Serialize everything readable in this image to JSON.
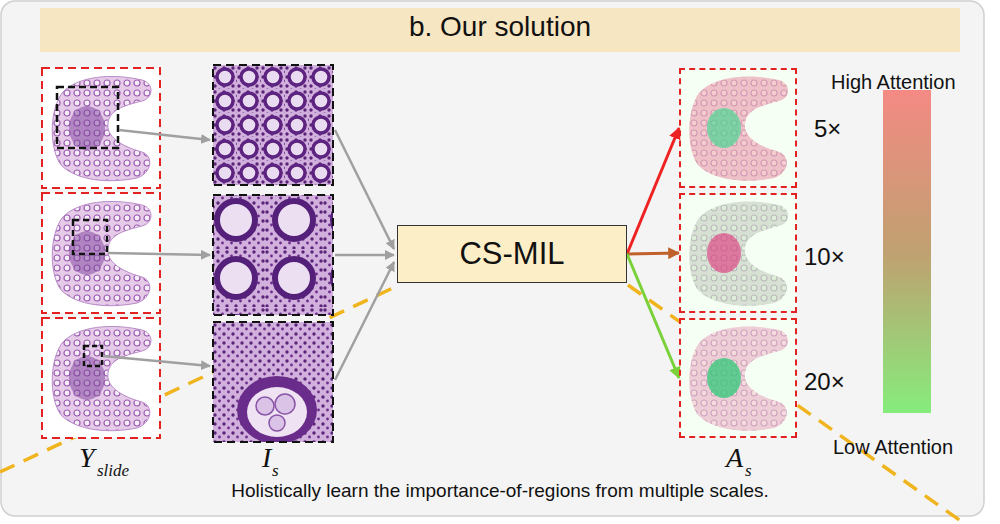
{
  "diagram": {
    "title": "b. Our solution",
    "caption": "Holistically learn the importance-of-regions from multiple scales.",
    "nodes": [
      {
        "text": [
          "CS-MIL"
        ]
      },
      {
        "text": [
          "5×"
        ]
      },
      {
        "text": [
          "10×"
        ]
      },
      {
        "text": [
          "20×"
        ]
      }
    ],
    "edges": [
      {
        "from": 0,
        "to": 1,
        "arrow": "to"
      },
      {
        "from": 0,
        "to": 2,
        "arrow": "to"
      },
      {
        "from": 0,
        "to": 3,
        "arrow": "to"
      }
    ],
    "labels": [
      "High Attention",
      "Low Attention",
      "Y",
      "slide",
      "I",
      "s",
      "A",
      "s"
    ]
  }
}
